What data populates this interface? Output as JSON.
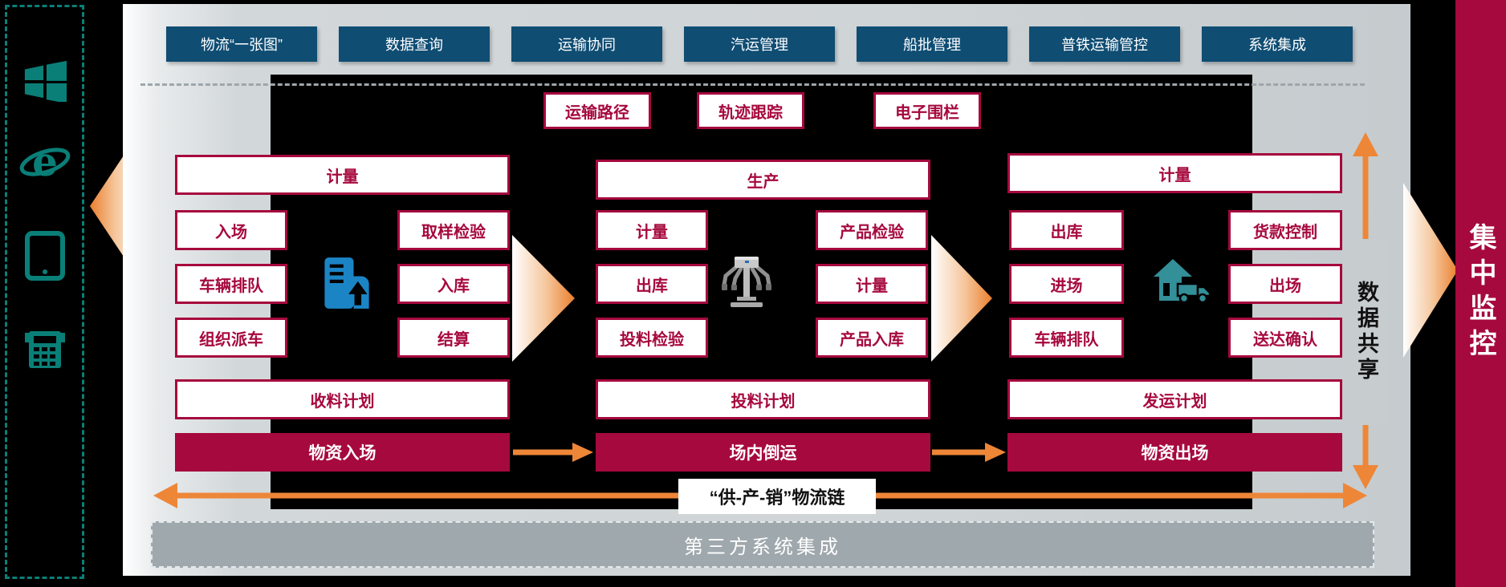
{
  "left_rail": {
    "icons": [
      {
        "name": "windows-icon"
      },
      {
        "name": "ie-browser-icon"
      },
      {
        "name": "tablet-icon"
      },
      {
        "name": "handheld-terminal-icon"
      }
    ]
  },
  "top_buttons": {
    "items": [
      "物流“一张图”",
      "数据查询",
      "运输协同",
      "汽运管理",
      "船批管理",
      "普铁运输管控",
      "系统集成"
    ]
  },
  "tracking": {
    "items": [
      "运输路径",
      "轨迹跟踪",
      "电子围栏"
    ]
  },
  "sections": [
    {
      "header": "计量",
      "left": [
        "入场",
        "车辆排队",
        "组织派车"
      ],
      "right": [
        "取样检验",
        "入库",
        "结算"
      ],
      "plan": "收料计划",
      "bar": "物资入场",
      "icon": "factory-building-icon"
    },
    {
      "header": "生产",
      "left": [
        "计量",
        "出库",
        "投料检验"
      ],
      "right": [
        "产品检验",
        "计量",
        "产品入库"
      ],
      "plan": "投料计划",
      "bar": "场内倒运",
      "icon": "robot-crane-icon"
    },
    {
      "header": "计量",
      "left": [
        "出库",
        "进场",
        "车辆排队"
      ],
      "right": [
        "货款控制",
        "出场",
        "送达确认"
      ],
      "plan": "发运计划",
      "bar": "物资出场",
      "icon": "warehouse-truck-icon"
    }
  ],
  "chain": {
    "label": "“供-产-销”物流链"
  },
  "third_party": {
    "label": "第三方系统集成"
  },
  "data_share": {
    "label": "数据共享"
  },
  "central_monitor": {
    "label": "集中监控"
  },
  "colors": {
    "crimson": "#A6093D",
    "petrol_blue": "#0F4D73",
    "orange": "#EE8638",
    "teal": "#0A7F78",
    "building_blue": "#1B84C5",
    "house_teal": "#338F98",
    "panel_gray": "#CFD4D6"
  }
}
